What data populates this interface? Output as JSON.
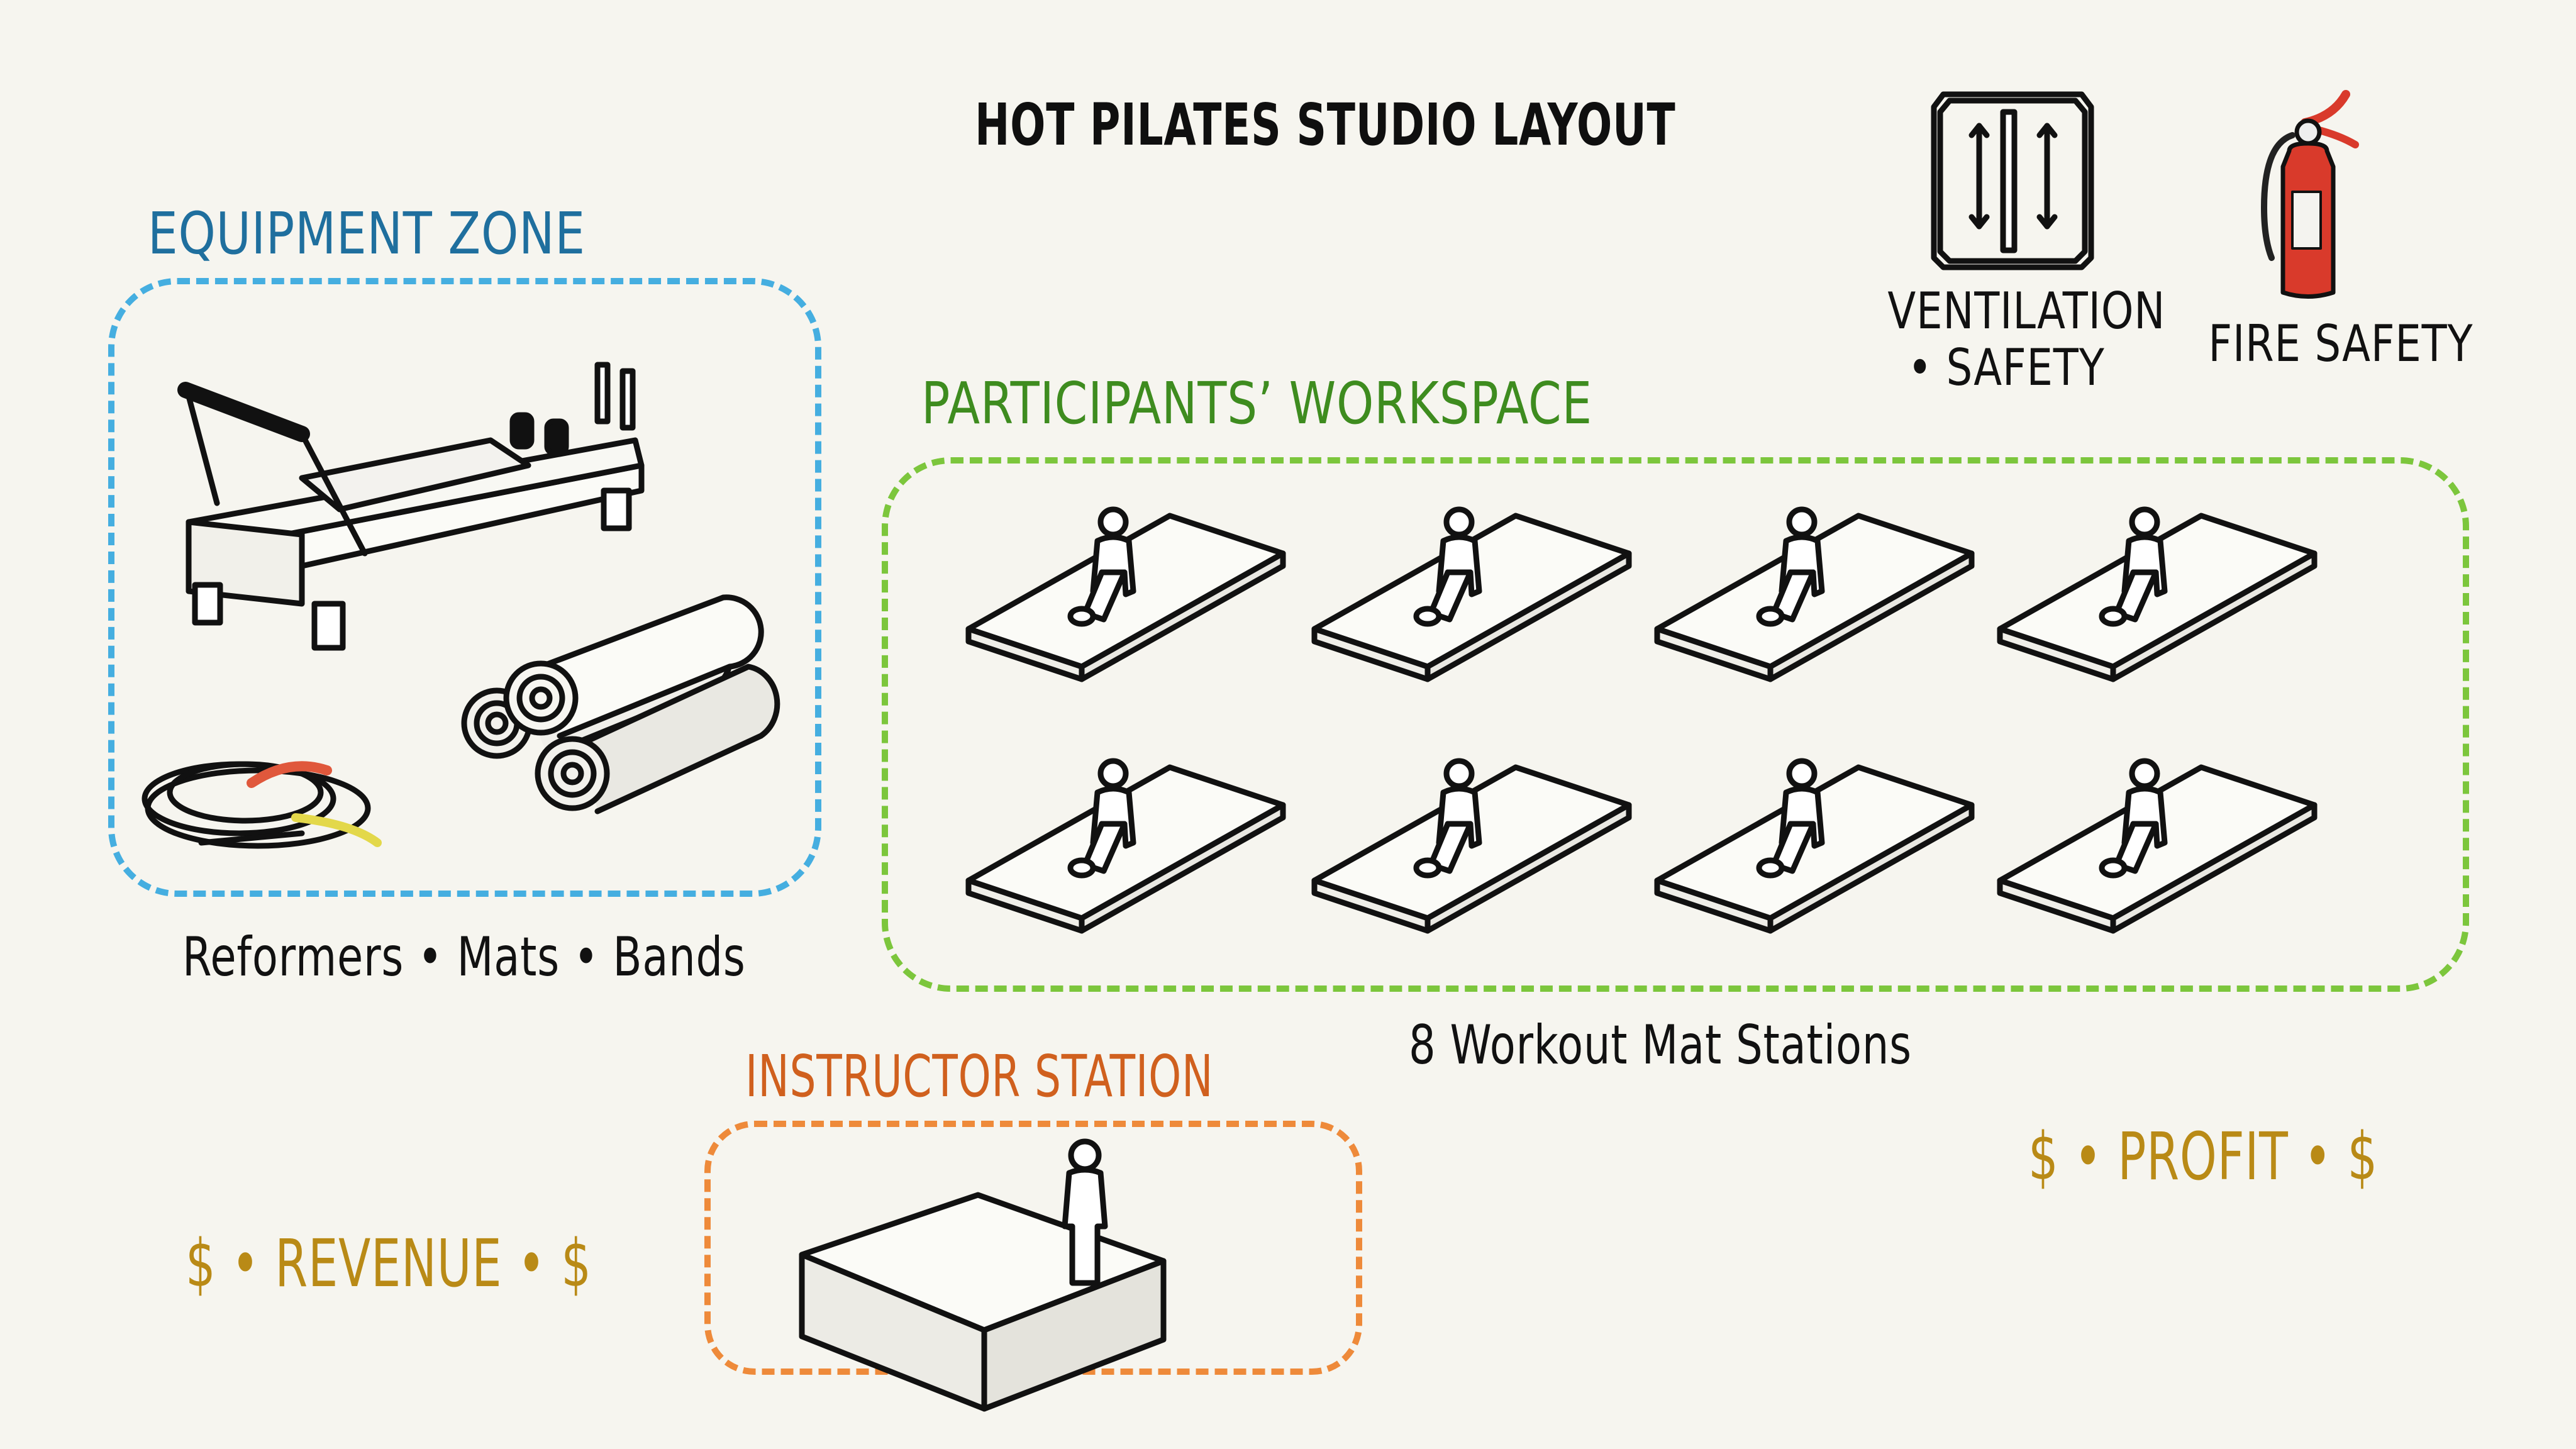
{
  "title": "HOT PILATES STUDIO LAYOUT",
  "zones": {
    "equipment": {
      "label": "EQUIPMENT ZONE",
      "color": "#1f6f9e",
      "border_color": "#45aee0",
      "caption": "Reformers • Mats • Bands",
      "items": [
        "reformer-icon",
        "rolled-mats-icon",
        "resistance-bands-icon"
      ]
    },
    "participants": {
      "label": "PARTICIPANTS’ WORKSPACE",
      "color": "#3e8c1f",
      "border_color": "#7cc63c",
      "caption": "8 Workout Mat Stations",
      "station_count": 8,
      "layout": {
        "rows": 2,
        "columns": 4
      }
    },
    "instructor": {
      "label": "INSTRUCTOR STATION",
      "color": "#d0601e",
      "border_color": "#ee8a3a"
    }
  },
  "safety": {
    "ventilation": {
      "label": "VENTILATION • SAFETY",
      "line1": "VENTILATION",
      "line2": "• SAFETY",
      "icon": "ventilation-icon"
    },
    "fire": {
      "label": "FIRE SAFETY",
      "icon": "fire-extinguisher-icon",
      "color": "#d93a2b"
    }
  },
  "finance": {
    "revenue": "$ • REVENUE • $",
    "profit": "$ • PROFIT • $",
    "color": "#b98a16"
  }
}
